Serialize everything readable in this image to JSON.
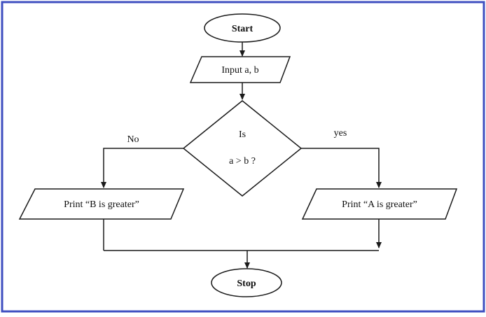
{
  "colors": {
    "frame_border": "#3f4fc0",
    "stroke": "#1a1a1a",
    "text": "#111111"
  },
  "flowchart": {
    "start": "Start",
    "input": "Input a, b",
    "decision_line1": "Is",
    "decision_line2": "a > b ?",
    "no_label": "No",
    "yes_label": "yes",
    "print_b": "Print “B is greater”",
    "print_a": "Print “A is greater”",
    "stop": "Stop"
  }
}
